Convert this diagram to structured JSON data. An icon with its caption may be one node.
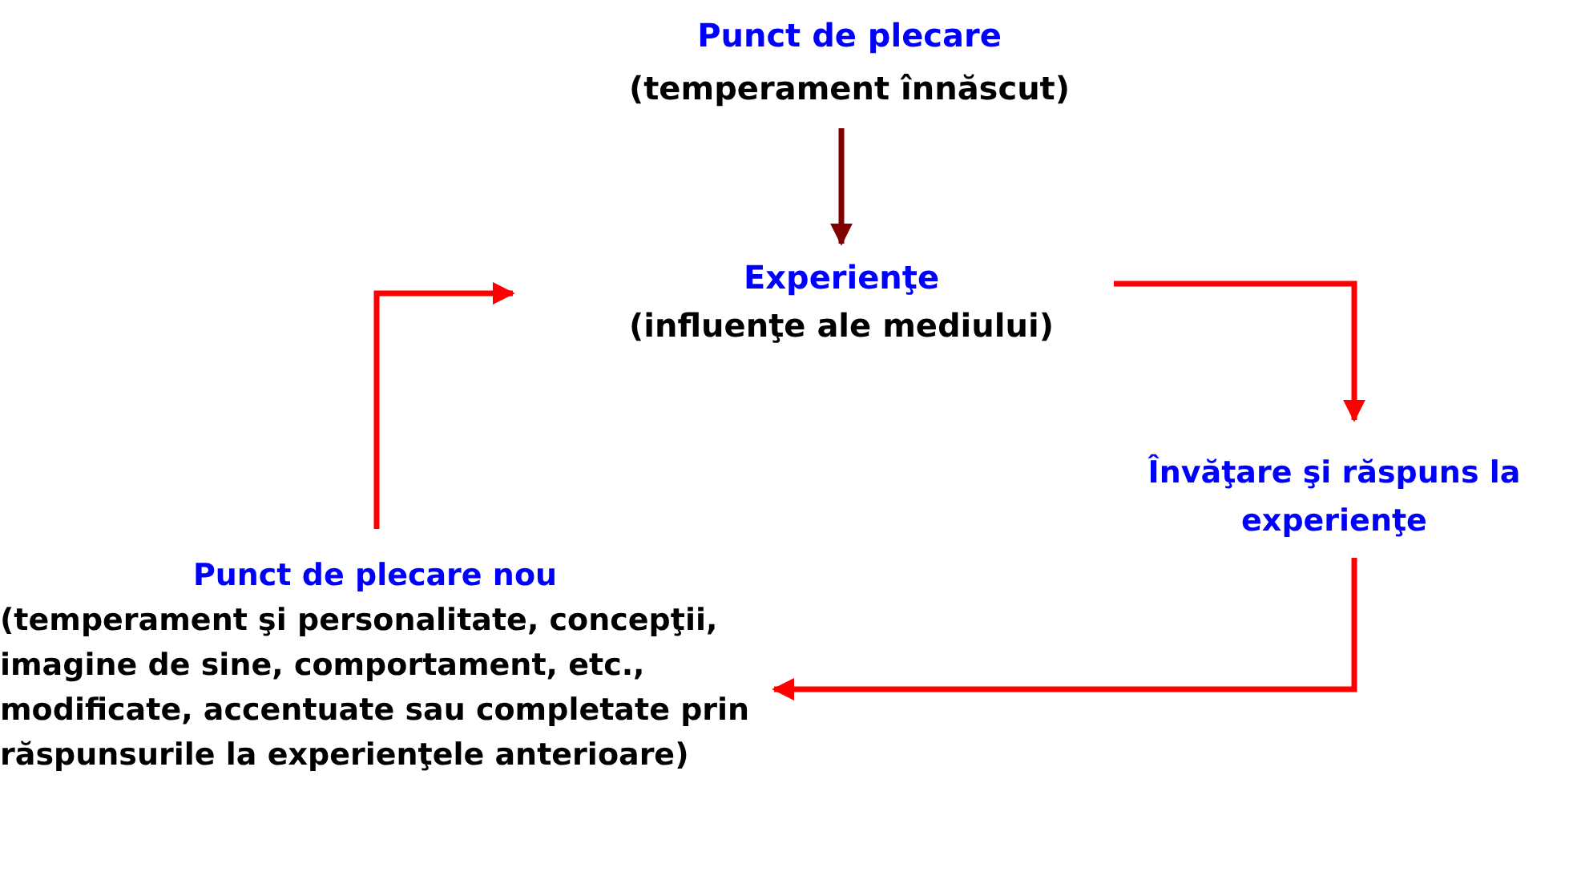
{
  "diagram": {
    "nodes": [
      {
        "text": [
          "Punct de plecare",
          "(temperament înnăscut)"
        ]
      },
      {
        "text": [
          "Experienţe",
          "(influenţe ale mediului)"
        ]
      },
      {
        "text": [
          "Învăţare şi răspuns la experienţe"
        ]
      },
      {
        "text": [
          "Punct de plecare nou",
          "(temperament şi personalitate, concepţii, imagine de sine, comportament, etc., modificate, accentuate sau completate prin răspunsurile la experienţele anterioare)"
        ]
      }
    ],
    "edges": [
      {
        "from": 0,
        "to": 1,
        "arrow": "to",
        "color": "#800000"
      },
      {
        "from": 1,
        "to": 2,
        "arrow": "to"
      },
      {
        "from": 2,
        "to": 3,
        "arrow": "to"
      },
      {
        "from": 3,
        "to": 1,
        "arrow": "to"
      }
    ]
  }
}
